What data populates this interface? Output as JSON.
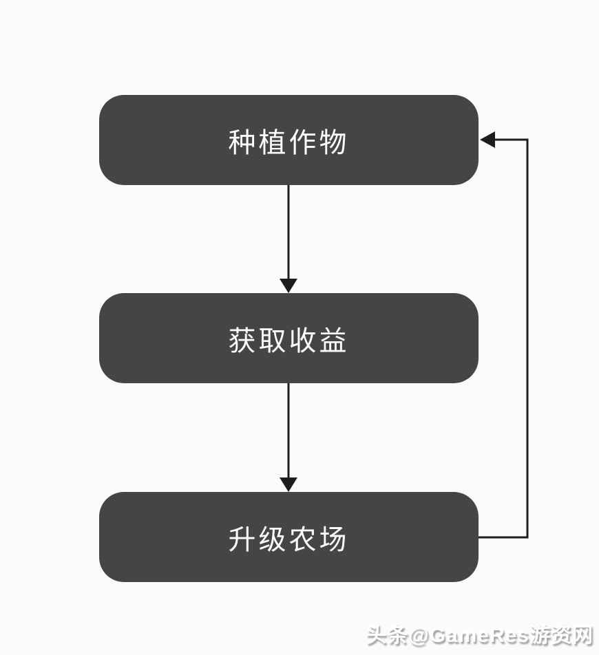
{
  "diagram": {
    "type": "flowchart",
    "nodes": [
      {
        "id": "plant",
        "label": "种植作物"
      },
      {
        "id": "profit",
        "label": "获取收益"
      },
      {
        "id": "upgrade",
        "label": "升级农场"
      }
    ],
    "edges": [
      {
        "from": "plant",
        "to": "profit",
        "style": "straight-down-arrow"
      },
      {
        "from": "profit",
        "to": "upgrade",
        "style": "straight-down-arrow"
      },
      {
        "from": "upgrade",
        "to": "plant",
        "style": "right-side-loop-arrow"
      }
    ],
    "colors": {
      "background": "#fbfbfb",
      "node_fill": "#454545",
      "node_text": "#ffffff",
      "arrow": "#1c1c1c"
    }
  },
  "watermark": {
    "text": "头条@GameRes游资网"
  }
}
